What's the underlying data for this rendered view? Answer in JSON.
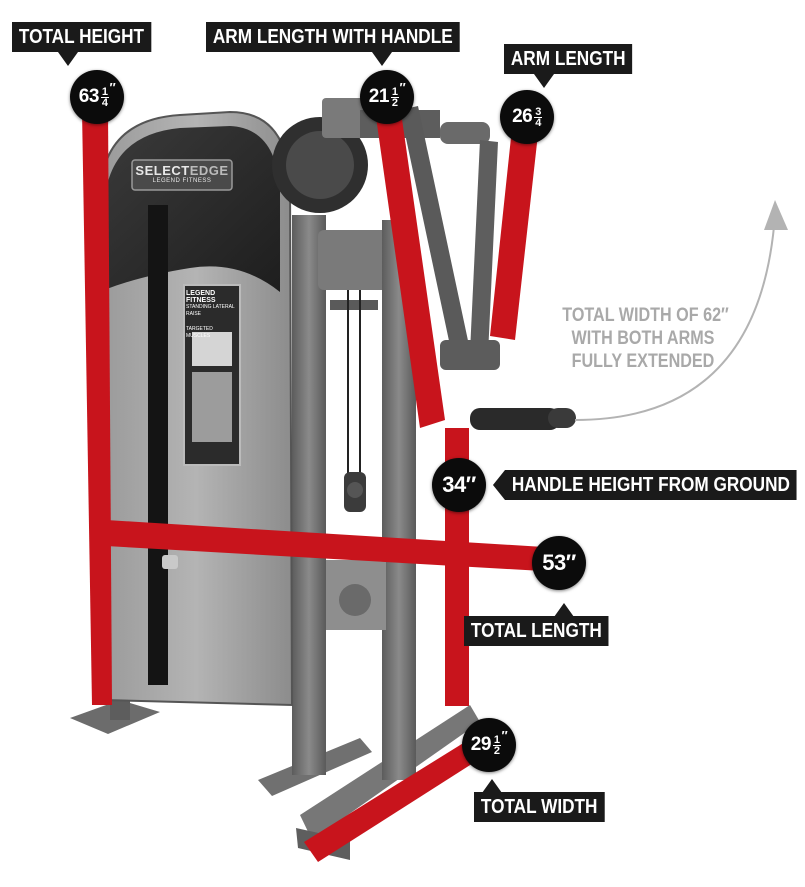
{
  "labels": {
    "total_height": "TOTAL HEIGHT",
    "arm_length_with_handle": "ARM LENGTH WITH HANDLE",
    "arm_length": "ARM LENGTH",
    "handle_height": "HANDLE HEIGHT FROM GROUND",
    "total_length": "TOTAL LENGTH",
    "total_width": "TOTAL WIDTH"
  },
  "badges": {
    "total_height": {
      "whole": "63",
      "num": "1",
      "den": "4",
      "unit": "″"
    },
    "arm_length_with_handle": {
      "whole": "21",
      "num": "1",
      "den": "2",
      "unit": "″"
    },
    "arm_length": {
      "whole": "26",
      "num": "3",
      "den": "4",
      "unit": ""
    },
    "handle_height": {
      "whole": "34″"
    },
    "total_length": {
      "whole": "53″"
    },
    "total_width": {
      "whole": "29",
      "num": "1",
      "den": "2",
      "unit": "″"
    }
  },
  "note": {
    "line1": "TOTAL WIDTH OF 62″",
    "line2": "WITH BOTH ARMS",
    "line3": "FULLY EXTENDED"
  },
  "branding": {
    "logo_select": "SELECT",
    "logo_edge": "EDGE",
    "logo_sub": "LEGEND FITNESS",
    "placard_brand": "LEGEND FITNESS",
    "placard_title": "STANDING LATERAL RAISE",
    "placard_sub": "TARGETED MUSCLES"
  },
  "colors": {
    "dimension_red": "#c8141c",
    "label_bg": "#1a1a1a",
    "note_gray": "#a9a9a9",
    "frame_gray": "#6e6e6e",
    "shroud_gray": "#8a8a8a"
  }
}
